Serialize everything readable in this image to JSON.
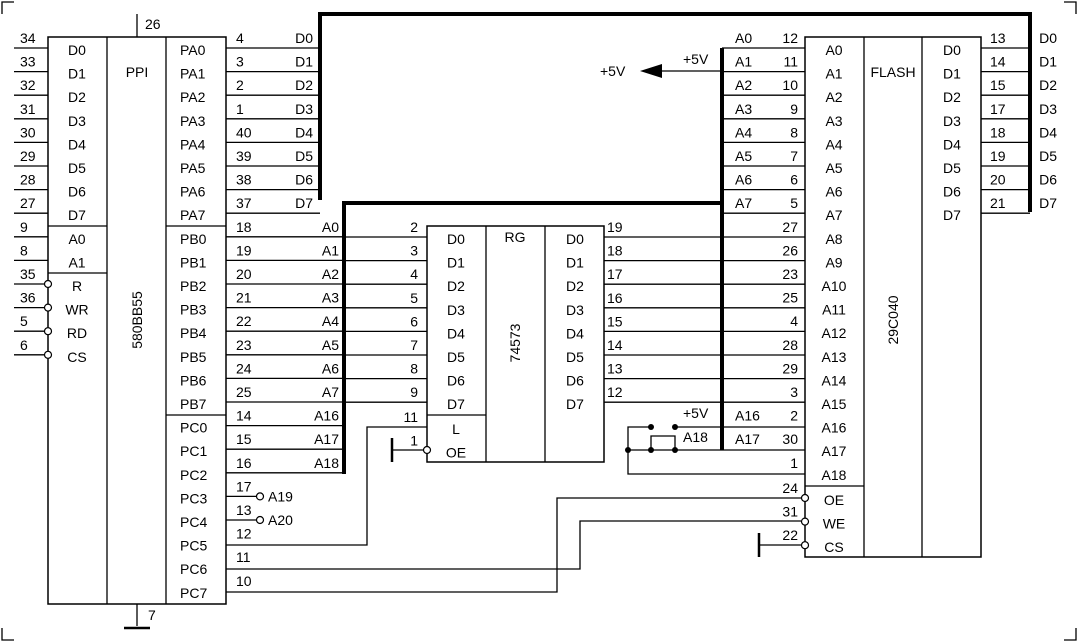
{
  "ppi": {
    "name": "PPI",
    "part": "580BB55",
    "power_pin": "26",
    "ground_pin": "7",
    "left_pins": [
      {
        "pin": "34",
        "label": "D0"
      },
      {
        "pin": "33",
        "label": "D1"
      },
      {
        "pin": "32",
        "label": "D2"
      },
      {
        "pin": "31",
        "label": "D3"
      },
      {
        "pin": "30",
        "label": "D4"
      },
      {
        "pin": "29",
        "label": "D5"
      },
      {
        "pin": "28",
        "label": "D6"
      },
      {
        "pin": "27",
        "label": "D7"
      },
      {
        "pin": "9",
        "label": "A0"
      },
      {
        "pin": "8",
        "label": "A1"
      },
      {
        "pin": "35",
        "label": "R"
      },
      {
        "pin": "36",
        "label": "WR"
      },
      {
        "pin": "5",
        "label": "RD"
      },
      {
        "pin": "6",
        "label": "CS"
      }
    ],
    "right_pins": [
      {
        "pin": "4",
        "label": "PA0",
        "net": "D0"
      },
      {
        "pin": "3",
        "label": "PA1",
        "net": "D1"
      },
      {
        "pin": "2",
        "label": "PA2",
        "net": "D2"
      },
      {
        "pin": "1",
        "label": "PA3",
        "net": "D3"
      },
      {
        "pin": "40",
        "label": "PA4",
        "net": "D4"
      },
      {
        "pin": "39",
        "label": "PA5",
        "net": "D5"
      },
      {
        "pin": "38",
        "label": "PA6",
        "net": "D6"
      },
      {
        "pin": "37",
        "label": "PA7",
        "net": "D7"
      },
      {
        "pin": "18",
        "label": "PB0",
        "net": "A0"
      },
      {
        "pin": "19",
        "label": "PB1",
        "net": "A1"
      },
      {
        "pin": "20",
        "label": "PB2",
        "net": "A2"
      },
      {
        "pin": "21",
        "label": "PB3",
        "net": "A3"
      },
      {
        "pin": "22",
        "label": "PB4",
        "net": "A4"
      },
      {
        "pin": "23",
        "label": "PB5",
        "net": "A5"
      },
      {
        "pin": "24",
        "label": "PB6",
        "net": "A6"
      },
      {
        "pin": "25",
        "label": "PB7",
        "net": "A7"
      },
      {
        "pin": "14",
        "label": "PC0",
        "net": "A16"
      },
      {
        "pin": "15",
        "label": "PC1",
        "net": "A17"
      },
      {
        "pin": "16",
        "label": "PC2",
        "net": "A18"
      },
      {
        "pin": "17",
        "label": "PC3",
        "net": "A19"
      },
      {
        "pin": "13",
        "label": "PC4",
        "net": "A20"
      },
      {
        "pin": "12",
        "label": "PC5",
        "net": ""
      },
      {
        "pin": "11",
        "label": "PC6",
        "net": ""
      },
      {
        "pin": "10",
        "label": "PC7",
        "net": ""
      }
    ]
  },
  "latch": {
    "name": "RG",
    "part": "74573",
    "inputs": [
      {
        "pin": "2",
        "label": "D0"
      },
      {
        "pin": "3",
        "label": "D1"
      },
      {
        "pin": "4",
        "label": "D2"
      },
      {
        "pin": "5",
        "label": "D3"
      },
      {
        "pin": "6",
        "label": "D4"
      },
      {
        "pin": "7",
        "label": "D5"
      },
      {
        "pin": "8",
        "label": "D6"
      },
      {
        "pin": "9",
        "label": "D7"
      }
    ],
    "control": [
      {
        "pin": "11",
        "label": "L"
      },
      {
        "pin": "1",
        "label": "OE"
      }
    ],
    "outputs": [
      {
        "pin": "19",
        "label": "D0"
      },
      {
        "pin": "18",
        "label": "D1"
      },
      {
        "pin": "17",
        "label": "D2"
      },
      {
        "pin": "16",
        "label": "D3"
      },
      {
        "pin": "15",
        "label": "D4"
      },
      {
        "pin": "14",
        "label": "D5"
      },
      {
        "pin": "13",
        "label": "D6"
      },
      {
        "pin": "12",
        "label": "D7"
      }
    ]
  },
  "flash": {
    "name": "FLASH",
    "part": "29C040",
    "addr_pins": [
      {
        "pin": "12",
        "label": "A0",
        "net": "A0"
      },
      {
        "pin": "11",
        "label": "A1",
        "net": "A1"
      },
      {
        "pin": "10",
        "label": "A2",
        "net": "A2"
      },
      {
        "pin": "9",
        "label": "A3",
        "net": "A3"
      },
      {
        "pin": "8",
        "label": "A4",
        "net": "A4"
      },
      {
        "pin": "7",
        "label": "A5",
        "net": "A5"
      },
      {
        "pin": "6",
        "label": "A6",
        "net": "A6"
      },
      {
        "pin": "5",
        "label": "A7",
        "net": "A7"
      },
      {
        "pin": "27",
        "label": "A8",
        "net": ""
      },
      {
        "pin": "26",
        "label": "A9",
        "net": ""
      },
      {
        "pin": "23",
        "label": "A10",
        "net": ""
      },
      {
        "pin": "25",
        "label": "A11",
        "net": ""
      },
      {
        "pin": "4",
        "label": "A12",
        "net": ""
      },
      {
        "pin": "28",
        "label": "A13",
        "net": ""
      },
      {
        "pin": "29",
        "label": "A14",
        "net": ""
      },
      {
        "pin": "3",
        "label": "A15",
        "net": ""
      },
      {
        "pin": "2",
        "label": "A16",
        "net": "A16"
      },
      {
        "pin": "30",
        "label": "A17",
        "net": "A17"
      },
      {
        "pin": "1",
        "label": "A18",
        "net": ""
      }
    ],
    "control": [
      {
        "pin": "24",
        "label": "OE"
      },
      {
        "pin": "31",
        "label": "WE"
      },
      {
        "pin": "22",
        "label": "CS"
      }
    ],
    "data_pins": [
      {
        "pin": "13",
        "label": "D0",
        "net": "D0"
      },
      {
        "pin": "14",
        "label": "D1",
        "net": "D1"
      },
      {
        "pin": "15",
        "label": "D2",
        "net": "D2"
      },
      {
        "pin": "17",
        "label": "D3",
        "net": "D3"
      },
      {
        "pin": "18",
        "label": "D4",
        "net": "D4"
      },
      {
        "pin": "19",
        "label": "D5",
        "net": "D5"
      },
      {
        "pin": "20",
        "label": "D6",
        "net": "D6"
      },
      {
        "pin": "21",
        "label": "D7",
        "net": "D7"
      }
    ]
  },
  "annotations": {
    "vcc_arrow": "+5V",
    "vcc_bus": "+5V",
    "jumper_vcc": "+5V",
    "jumper_a18": "A18"
  }
}
